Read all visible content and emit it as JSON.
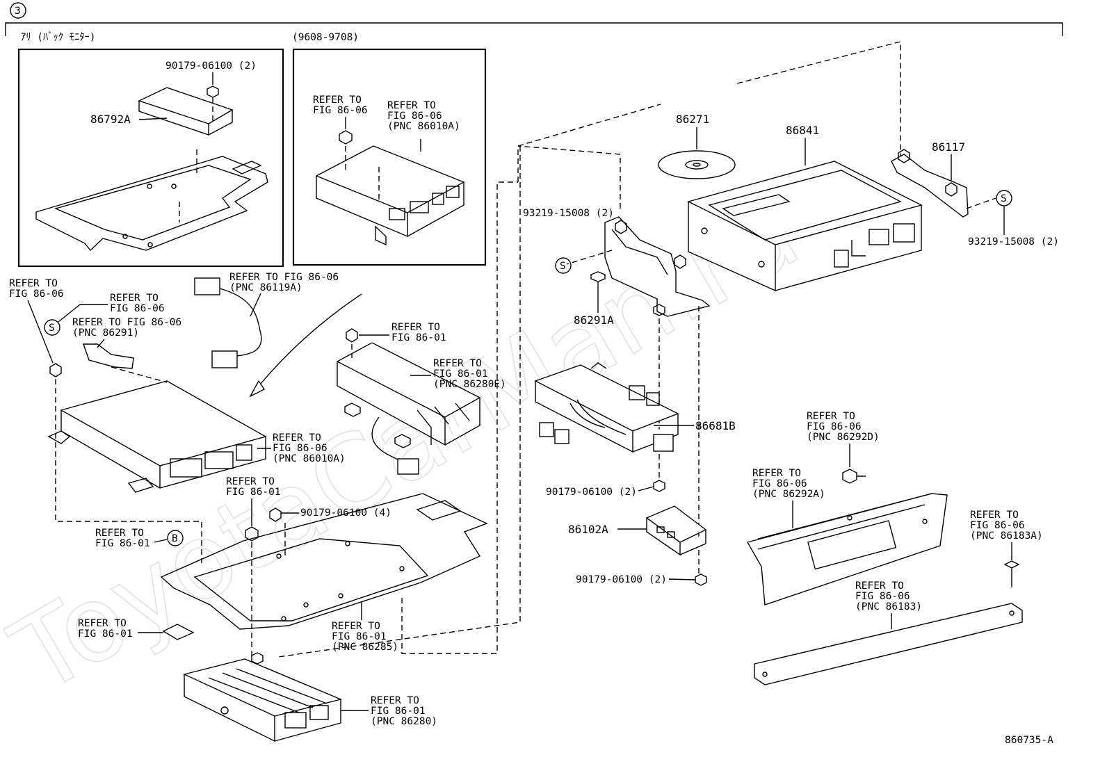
{
  "header": {
    "section_number": "3",
    "footer_code": "860735-A"
  },
  "watermark": "ToyotaCarMan.ru",
  "insets": {
    "left_title": "ｱﾘ (ﾊﾞｯｸ ﾓﾆﾀｰ)",
    "right_title": "(9608-9708)"
  },
  "symbols": {
    "s": "S",
    "b": "B"
  },
  "parts": {
    "p86792A": "86792A",
    "p86271": "86271",
    "p86841": "86841",
    "p86117": "86117",
    "p86291A": "86291A",
    "p86681B": "86681B",
    "p86102A": "86102A",
    "p93219a": "93219-15008 (2)",
    "p93219b": "93219-15008 (2)",
    "p90179_inset": "90179-06100 (2)",
    "p90179_4": "90179-06100 (4)",
    "p90179_mid": "90179-06100 (2)",
    "p90179_low": "90179-06100 (2)"
  },
  "refs": {
    "inset_left": [
      "REFER TO",
      "FIG 86-06"
    ],
    "inset_right": [
      "REFER TO",
      "FIG 86-06",
      "(PNC 86010A)"
    ],
    "fig_left": [
      "REFER TO",
      "FIG 86-06"
    ],
    "fig_left2": [
      "REFER TO",
      "FIG 86-06"
    ],
    "pnc86291": [
      "REFER TO FIG 86-06",
      "(PNC 86291)"
    ],
    "pnc86119A": [
      "REFER TO FIG 86-06",
      "(PNC 86119A)"
    ],
    "fig_top_nut": [
      "REFER TO",
      "FIG 86-01"
    ],
    "pnc86280E": [
      "REFER TO",
      "FIG 86-01",
      "(PNC 86280E)"
    ],
    "pnc86010A": [
      "REFER TO",
      "FIG 86-06",
      "(PNC 86010A)"
    ],
    "fig_mid_nut": [
      "REFER TO",
      "FIG 86-01"
    ],
    "fig_b": [
      "REFER TO",
      "FIG 86-01"
    ],
    "fig_clip": [
      "REFER TO",
      "FIG 86-01"
    ],
    "pnc86285": [
      "REFER TO",
      "FIG 86-01",
      "(PNC 86285)"
    ],
    "pnc86280": [
      "REFER TO",
      "FIG 86-01",
      "(PNC 86280)"
    ],
    "pnc86292D": [
      "REFER TO",
      "FIG 86-06",
      "(PNC 86292D)"
    ],
    "pnc86292A": [
      "REFER TO",
      "FIG 86-06",
      "(PNC 86292A)"
    ],
    "pnc86183A": [
      "REFER TO",
      "FIG 86-06",
      "(PNC 86183A)"
    ],
    "pnc86183": [
      "REFER TO",
      "FIG 86-06",
      "(PNC 86183)"
    ]
  }
}
